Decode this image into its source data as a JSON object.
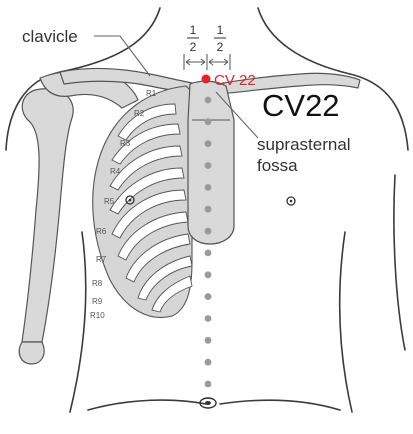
{
  "labels": {
    "clavicle": "clavicle",
    "point_name": "CV 22",
    "title": "CV22",
    "fossa_line1": "suprasternal",
    "fossa_line2": "fossa"
  },
  "fractions": [
    {
      "numerator": "1",
      "denominator": "2"
    },
    {
      "numerator": "1",
      "denominator": "2"
    }
  ],
  "rib_labels": [
    "R1",
    "R2",
    "R3",
    "R4",
    "R5",
    "R6",
    "R7",
    "R8",
    "R9",
    "R10"
  ],
  "midline_points": 14,
  "colors": {
    "point": "#e8202a",
    "bone": "#d9d9d9",
    "outline": "#3a3a3a",
    "marker": "#9a9a9a"
  }
}
